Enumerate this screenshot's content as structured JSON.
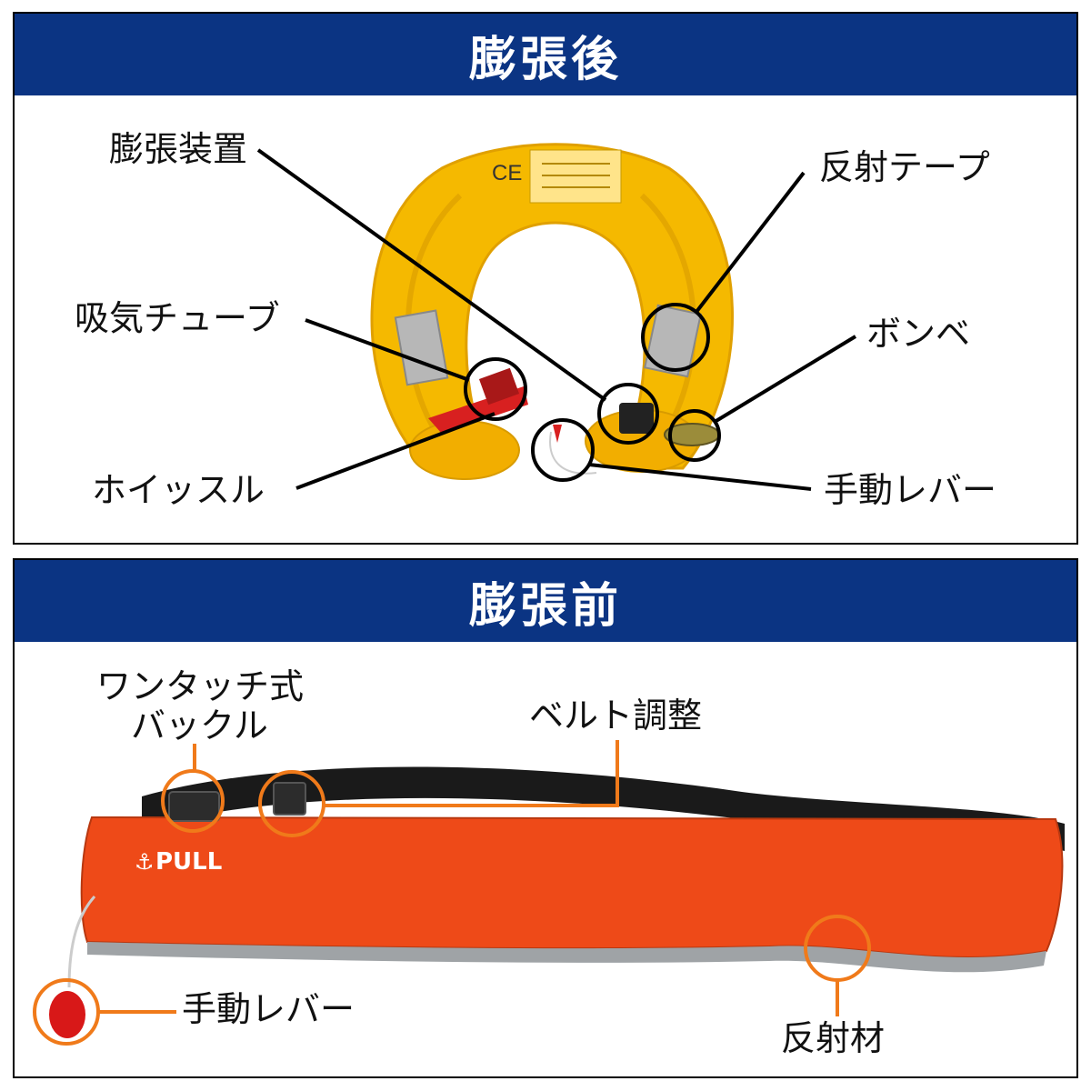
{
  "colors": {
    "banner": "#0b3483",
    "orange_callout": "#f07a1a",
    "vest_orange": "#ee4a18",
    "ring_yellow": "#f5b900"
  },
  "after": {
    "title": "膨張後",
    "tag_ce": "CE",
    "labels": {
      "inflator": "膨張装置",
      "reflective_tape": "反射テープ",
      "oral_tube": "吸気チューブ",
      "cylinder": "ボンベ",
      "whistle": "ホイッスル",
      "manual_lever": "手動レバー"
    }
  },
  "before": {
    "title": "膨張前",
    "brand": "PULL",
    "labels": {
      "buckle_line1": "ワンタッチ式",
      "buckle_line2": "バックル",
      "belt_adjust": "ベルト調整",
      "manual_lever": "手動レバー",
      "reflective_material": "反射材"
    }
  }
}
